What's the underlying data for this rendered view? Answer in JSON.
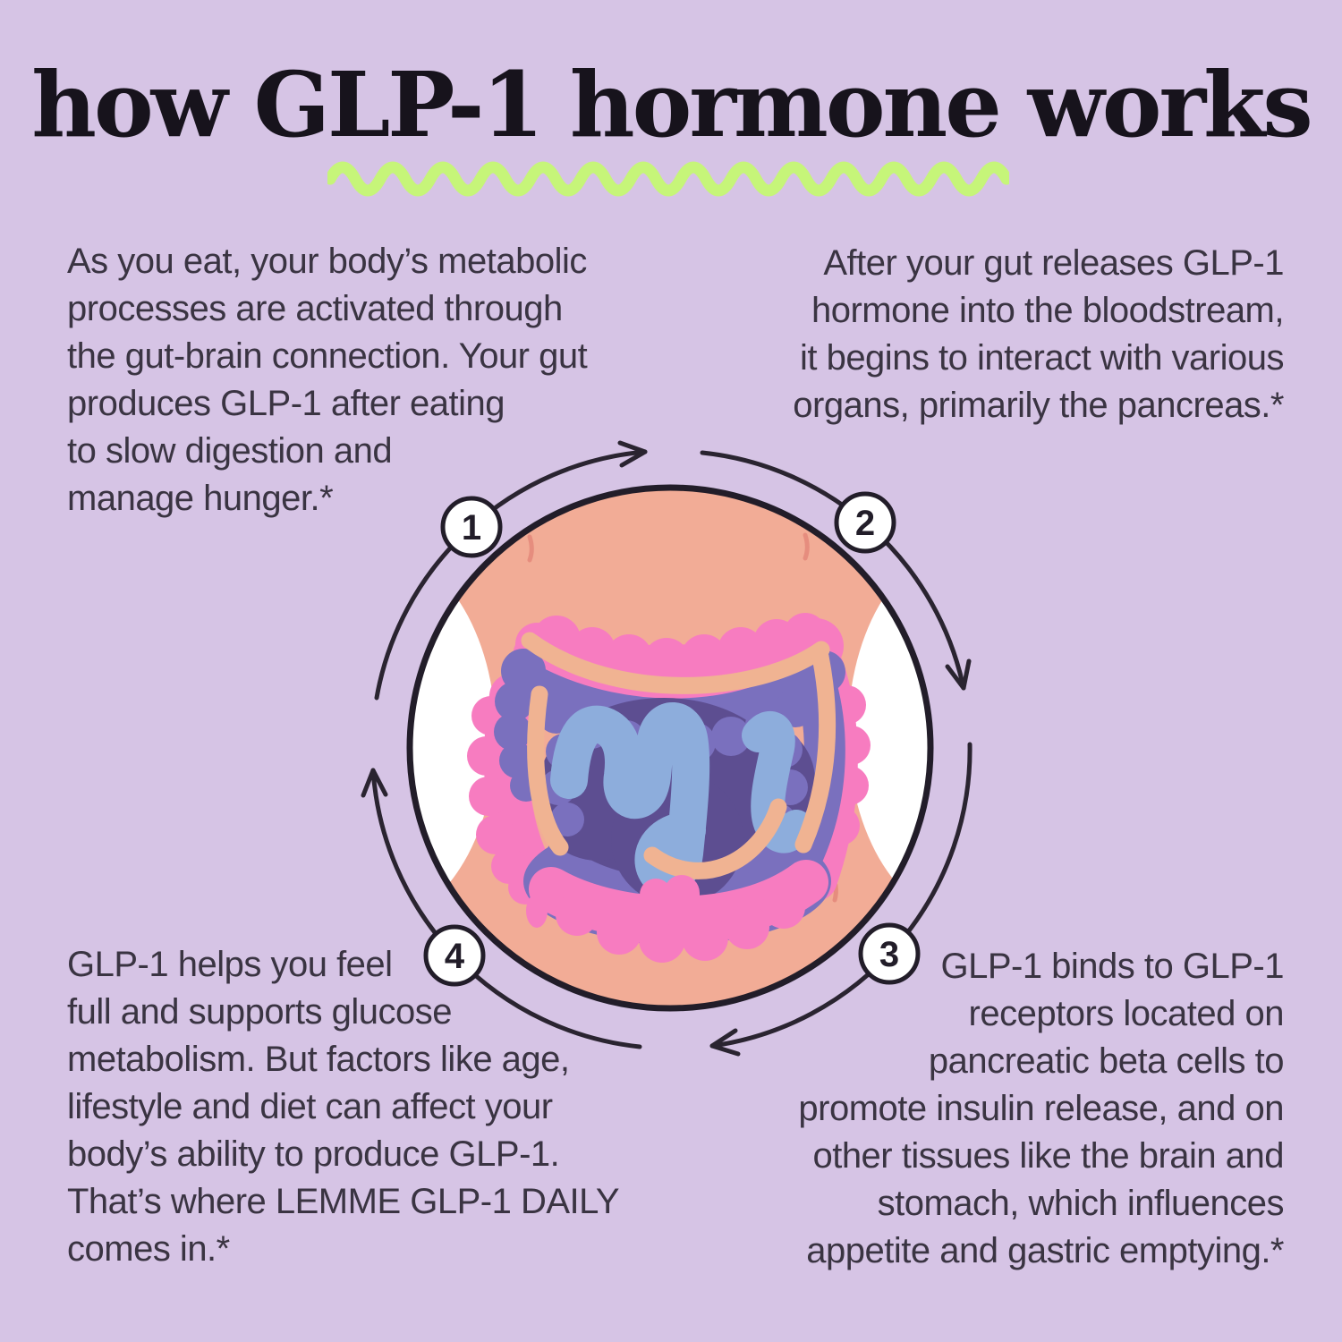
{
  "title": {
    "text": "how GLP-1 hormone works"
  },
  "steps": [
    {
      "number": "1",
      "position": "top-left",
      "text": "As you eat, your body’s metabolic\nprocesses are activated through\nthe gut-brain connection. Your gut\nproduces GLP-1 after eating\nto slow digestion and\nmanage hunger.*"
    },
    {
      "number": "2",
      "position": "top-right",
      "text": "After your gut releases GLP-1\nhormone into the bloodstream,\nit begins to interact with various\norgans, primarily the pancreas.*"
    },
    {
      "number": "3",
      "position": "bottom-right",
      "text": "GLP-1 binds to GLP-1\nreceptors located on\npancreatic beta cells to\npromote insulin release, and on\nother tissues like the brain and\nstomach, which influences\nappetite and gastric emptying.*"
    },
    {
      "number": "4",
      "position": "bottom-left",
      "text": "GLP-1 helps you feel\nfull and supports glucose\nmetabolism. But factors like age,\nlifestyle and diet can affect your\nbody’s ability to produce GLP-1.\nThat’s where LEMME GLP-1 DAILY\ncomes in.*"
    }
  ],
  "illustration": {
    "subject": "torso with intestines inside a circle",
    "cycle_direction": "clockwise",
    "arrow_count": 4
  },
  "palette": {
    "background": "#D6C4E5",
    "body_text": "#3A3442",
    "title_text": "#17131C",
    "green": "#C6F579",
    "line": "#2A2430",
    "badge_fill": "#FFFFFF",
    "badge_border": "#221D29",
    "skin": "#F2AC96",
    "skin_crease": "#E68D7E",
    "pink": "#F77CC0",
    "purple": "#7A70BE",
    "dark_purple": "#5D4E91",
    "blue": "#8DADDC",
    "peach": "#F0B392",
    "white": "#FFFFFF"
  }
}
